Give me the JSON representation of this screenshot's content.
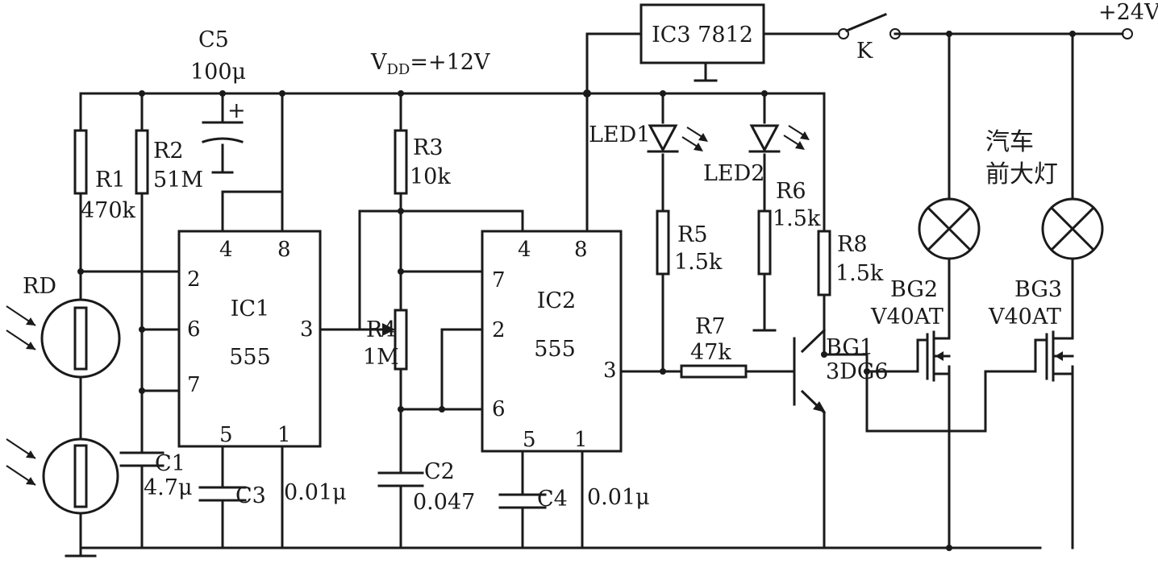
{
  "supply": {
    "vdd": "V",
    "vdd_sub": "DD",
    "vdd_value": "=+12V",
    "battery": "+24V"
  },
  "regulator": {
    "label": "IC3 7812"
  },
  "switch": {
    "label": "K"
  },
  "ic1": {
    "name": "IC1",
    "type": "555",
    "pins": {
      "p2": "2",
      "p3": "3",
      "p4": "4",
      "p5": "5",
      "p6": "6",
      "p7": "7",
      "p8": "8",
      "p1": "1"
    }
  },
  "ic2": {
    "name": "IC2",
    "type": "555",
    "pins": {
      "p2": "2",
      "p3": "3",
      "p4": "4",
      "p5": "5",
      "p6": "6",
      "p7": "7",
      "p8": "8",
      "p1": "1"
    }
  },
  "components": {
    "r1": {
      "name": "R1",
      "value": "470k"
    },
    "r2": {
      "name": "R2",
      "value": "51M"
    },
    "r3": {
      "name": "R3",
      "value": "10k"
    },
    "r4": {
      "name": "R4",
      "value": "1M"
    },
    "r5": {
      "name": "R5",
      "value": "1.5k"
    },
    "r6": {
      "name": "R6",
      "value": "1.5k"
    },
    "r7": {
      "name": "R7",
      "value": "47k"
    },
    "r8": {
      "name": "R8",
      "value": "1.5k"
    },
    "c1": {
      "name": "C1",
      "value": "4.7μ"
    },
    "c2": {
      "name": "C2",
      "value": "0.047"
    },
    "c3": {
      "name": "C3",
      "value": "0.01μ"
    },
    "c4": {
      "name": "C4",
      "value": "0.01μ"
    },
    "c5": {
      "name": "C5",
      "value": "100μ",
      "polarity": "+"
    },
    "rd": {
      "name": "RD"
    },
    "led1": {
      "name": "LED1"
    },
    "led2": {
      "name": "LED2"
    },
    "bg1": {
      "name": "BG1",
      "type": "3DG6"
    },
    "bg2": {
      "name": "BG2",
      "type": "V40AT"
    },
    "bg3": {
      "name": "BG3",
      "type": "V40AT"
    }
  },
  "load": {
    "line1": "汽车",
    "line2": "前大灯"
  }
}
